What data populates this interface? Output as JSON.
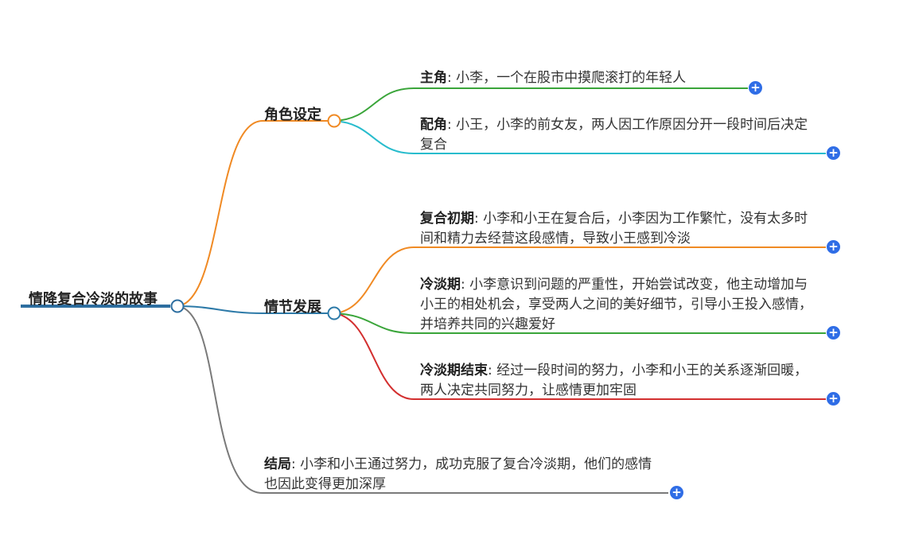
{
  "root": {
    "title": "情降复合冷淡的故事"
  },
  "branches": [
    {
      "title": "角色设定",
      "color": "#f08a24",
      "children": [
        {
          "label": "主角",
          "sep": ":",
          "text": " 小李，一个在股市中摸爬滚打的年轻人",
          "color": "#3aa53a"
        },
        {
          "label": "配角",
          "sep": ":",
          "text": " 小王，小李的前女友，两人因工作原因分开一段时间后决定复合",
          "color": "#28bccd"
        }
      ]
    },
    {
      "title": "情节发展",
      "color": "#2d7aa8",
      "children": [
        {
          "label": "复合初期",
          "sep": ":",
          "text": " 小李和小王在复合后，小李因为工作繁忙，没有太多时间和精力去经营这段感情，导致小王感到冷淡",
          "color": "#f08a24"
        },
        {
          "label": "冷淡期",
          "sep": ":",
          "text": " 小李意识到问题的严重性，开始尝试改变，他主动增加与小王的相处机会，享受两人之间的美好细节，引导小王投入感情，并培养共同的兴趣爱好",
          "color": "#3aa53a"
        },
        {
          "label": "冷淡期结束",
          "sep": ":",
          "text": " 经过一段时间的努力，小李和小王的关系逐渐回暖，两人决定共同努力，让感情更加牢固",
          "color": "#d32f2f"
        }
      ]
    },
    {
      "title": "结局",
      "sep": ":",
      "text": " 小李和小王通过努力，成功克服了复合冷淡期，他们的感情也因此变得更加深厚",
      "color": "#7a7a7a"
    }
  ],
  "colors": {
    "root_line": "#2d6ea0",
    "plus_button": "#2f6de6"
  },
  "icons": {
    "expand": "plus-circle-icon"
  },
  "expand_glyph": "+"
}
